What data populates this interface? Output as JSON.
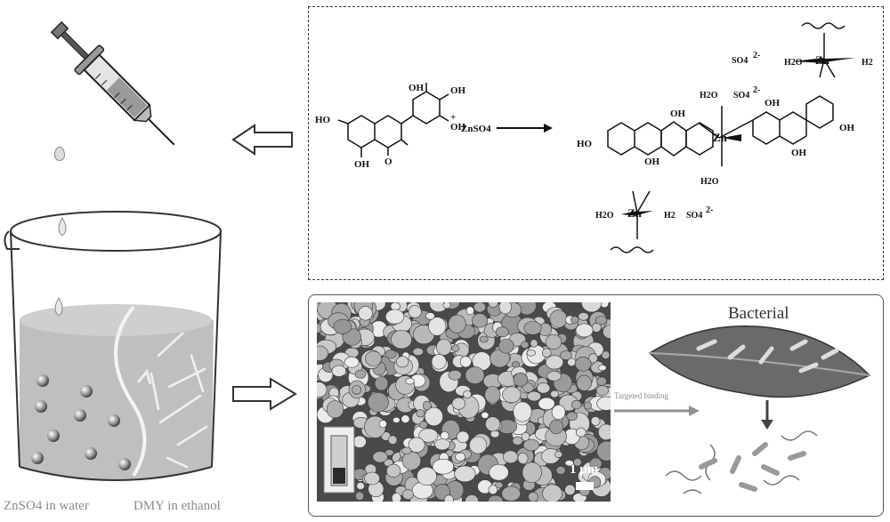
{
  "reaction": {
    "plus": "+",
    "reagent": "ZnSO4",
    "oh": "OH",
    "ho": "HO",
    "oxo": "O",
    "zn": "Zn",
    "water_left": "H2O",
    "water_right": "H2",
    "sulfate": "SO4",
    "sulfate_charge": "2-"
  },
  "sem": {
    "scale_label": "1 μm"
  },
  "bacteria": {
    "title": "Bacterial",
    "arrow_label": "Targeted binding"
  },
  "beaker": {
    "left_caption": "ZnSO4 in water",
    "right_caption": "DMY in ethanol"
  },
  "colors": {
    "liquid": "#b8b8b8",
    "glass": "#d9d9d9",
    "sem_bg": "#4a4a4a",
    "caption": "#8a8a8a"
  }
}
